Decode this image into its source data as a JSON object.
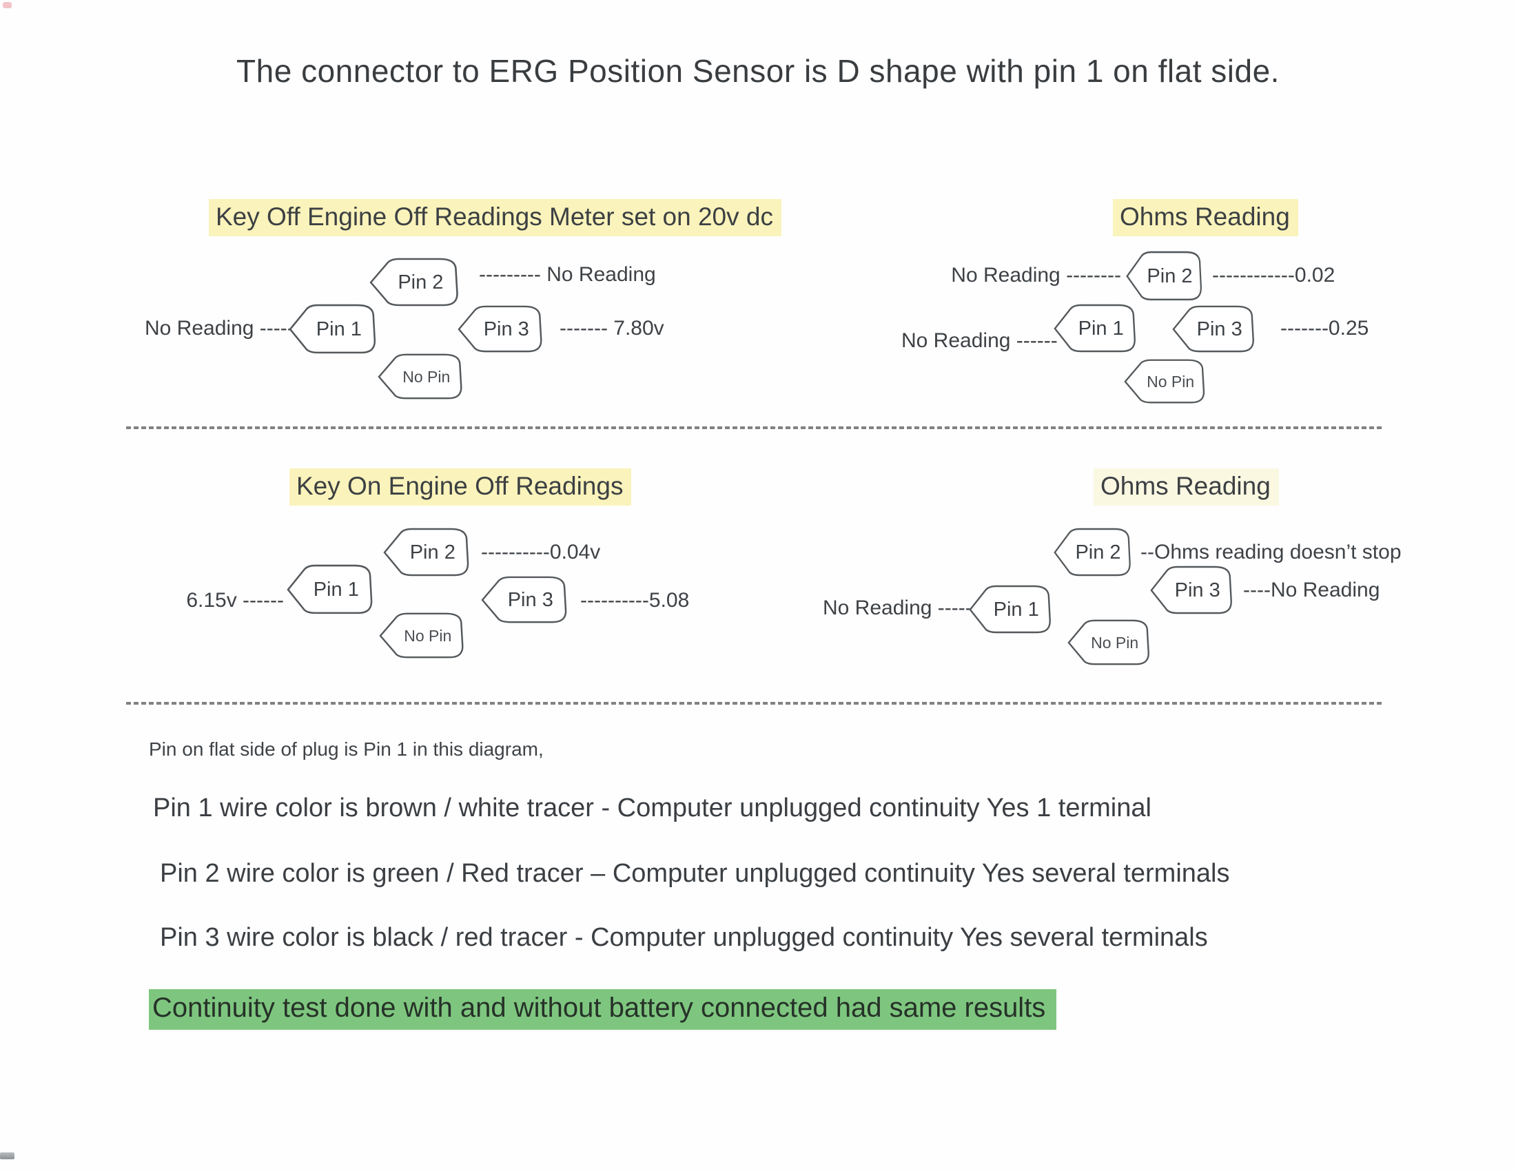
{
  "page": {
    "title": "The connector to ERG Position Sensor is D shape with pin 1 on flat side.",
    "footnote": "Pin on flat side of plug is Pin 1 in this diagram,",
    "notes": [
      "Pin 1 wire color is brown / white tracer - Computer unplugged continuity Yes 1 terminal",
      "Pin 2 wire color is green / Red tracer – Computer unplugged continuity Yes several terminals",
      "Pin 3 wire color is black / red tracer - Computer unplugged continuity Yes several terminals"
    ],
    "highlight_note": "Continuity test done with and without battery connected had same results",
    "colors": {
      "yellow_highlight": "#faf3bb",
      "yellow_highlight_faint": "#fbf8e2",
      "green_highlight": "#7ec67f",
      "ink": "#3e4246"
    }
  },
  "diagrams": [
    {
      "title": "Key Off Engine Off Readings Meter set on 20v dc",
      "pin2": {
        "label": "Pin 2",
        "right": "--------- No Reading"
      },
      "pin1": {
        "label": "Pin 1",
        "left": "No Reading -----"
      },
      "pin3": {
        "label": "Pin 3",
        "right": "------- 7.80v"
      },
      "nopin": {
        "label": "No Pin"
      }
    },
    {
      "title": "Ohms Reading",
      "pin2": {
        "label": "Pin 2",
        "left": "No Reading --------",
        "right": "------------0.02"
      },
      "pin1": {
        "label": "Pin 1",
        "left": "No Reading ------"
      },
      "pin3": {
        "label": "Pin 3",
        "right": "-------0.25"
      },
      "nopin": {
        "label": "No Pin"
      }
    },
    {
      "title": "Key On Engine Off Readings",
      "pin2": {
        "label": "Pin 2",
        "right": "----------0.04v"
      },
      "pin1": {
        "label": "Pin 1",
        "left": "6.15v ------"
      },
      "pin3": {
        "label": "Pin 3",
        "right": "----------5.08"
      },
      "nopin": {
        "label": "No Pin"
      }
    },
    {
      "title": "Ohms Reading",
      "pin2": {
        "label": "Pin 2",
        "right": "--Ohms reading doesn’t stop"
      },
      "pin1": {
        "label": "Pin 1",
        "left": "No Reading ------"
      },
      "pin3": {
        "label": "Pin 3",
        "right": "----No Reading"
      },
      "nopin": {
        "label": "No Pin"
      }
    }
  ]
}
